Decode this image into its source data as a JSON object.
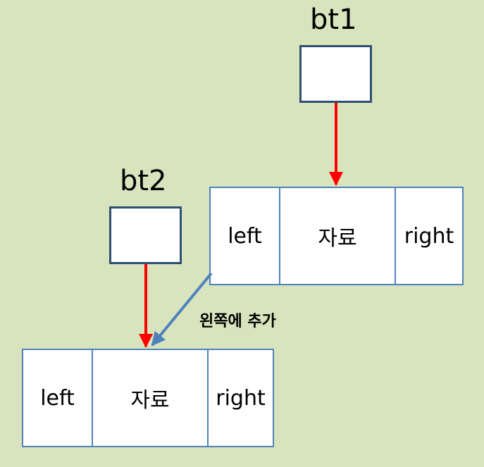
{
  "pointers": [
    {
      "label": "bt1"
    },
    {
      "label": "bt2"
    }
  ],
  "nodes": [
    {
      "left": "left",
      "data": "자료",
      "right": "right"
    },
    {
      "left": "left",
      "data": "자료",
      "right": "right"
    }
  ],
  "caption": "왼쪽에 추가",
  "colors": {
    "background": "#d7e4bd",
    "pointer_arrow": "#ff0000",
    "link_arrow": "#4f81bd",
    "node_border": "#4f81bd",
    "pointer_border": "#2f4f70"
  }
}
